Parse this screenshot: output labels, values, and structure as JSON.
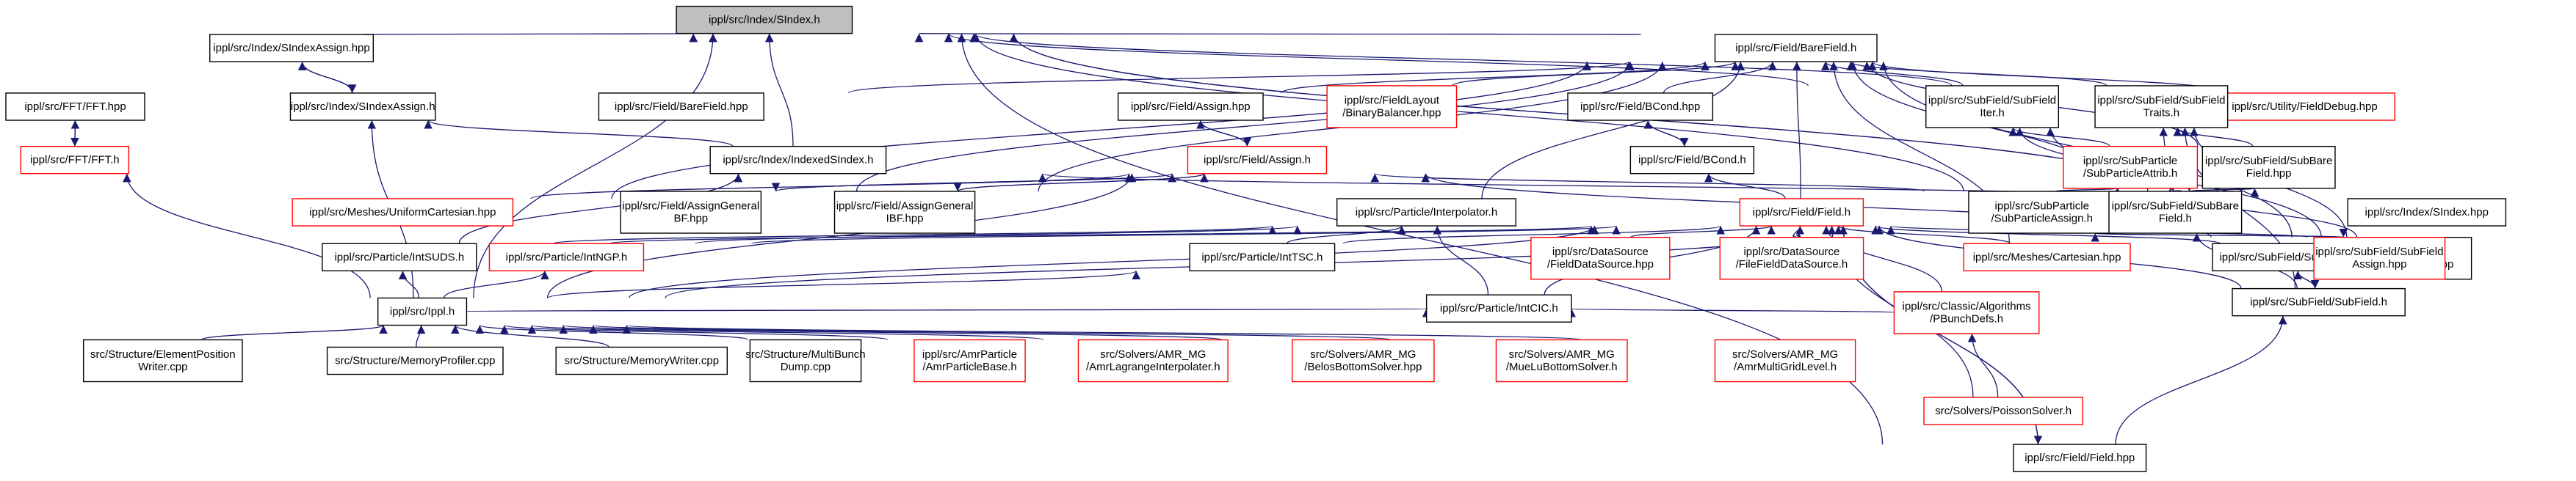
{
  "diagram": {
    "title": "",
    "edge_color": "#191970",
    "root_fill": "#bfbfbf",
    "nodes": [
      {
        "id": "n0",
        "lines": [
          "ippl/src/Index/SIndex.h"
        ],
        "color": "black",
        "root": true
      },
      {
        "id": "n1",
        "lines": [
          "ippl/src/Index/SIndexAssign.hpp"
        ],
        "color": "black"
      },
      {
        "id": "n2",
        "lines": [
          "ippl/src/Field/BareField.h"
        ],
        "color": "black"
      },
      {
        "id": "n3",
        "lines": [
          "ippl/src/FFT/FFT.hpp"
        ],
        "color": "black"
      },
      {
        "id": "n4",
        "lines": [
          "ippl/src/Index/SIndexAssign.h"
        ],
        "color": "black"
      },
      {
        "id": "n5",
        "lines": [
          "ippl/src/Field/BareField.hpp"
        ],
        "color": "black"
      },
      {
        "id": "n6",
        "lines": [
          "ippl/src/Field/Assign.hpp"
        ],
        "color": "black"
      },
      {
        "id": "n7",
        "lines": [
          "ippl/src/FieldLayout",
          "/BinaryBalancer.hpp"
        ],
        "color": "red"
      },
      {
        "id": "n8",
        "lines": [
          "ippl/src/Field/BCond.hpp"
        ],
        "color": "black"
      },
      {
        "id": "n9",
        "lines": [
          "ippl/src/Utility/FieldDebug.hpp"
        ],
        "color": "red"
      },
      {
        "id": "n10",
        "lines": [
          "ippl/src/SubField/SubField",
          "Iter.h"
        ],
        "color": "black"
      },
      {
        "id": "n11",
        "lines": [
          "ippl/src/SubField/SubField",
          "Traits.h"
        ],
        "color": "black"
      },
      {
        "id": "n12",
        "lines": [
          "ippl/src/FFT/FFT.h"
        ],
        "color": "red"
      },
      {
        "id": "n13",
        "lines": [
          "ippl/src/Index/IndexedSIndex.h"
        ],
        "color": "black"
      },
      {
        "id": "n14",
        "lines": [
          "ippl/src/SubParticle",
          "/SubParticleAttrib.h"
        ],
        "color": "red"
      },
      {
        "id": "n15",
        "lines": [
          "ippl/src/SubField/SubBare",
          "Field.hpp"
        ],
        "color": "black"
      },
      {
        "id": "n16",
        "lines": [
          "ippl/src/Field/Assign.h"
        ],
        "color": "red"
      },
      {
        "id": "n17",
        "lines": [
          "ippl/src/Field/BCond.h"
        ],
        "color": "black"
      },
      {
        "id": "n18",
        "lines": [
          "ippl/src/Meshes/UniformCartesian.hpp"
        ],
        "color": "red"
      },
      {
        "id": "n19",
        "lines": [
          "ippl/src/Field/AssignGeneral",
          "BF.hpp"
        ],
        "color": "black"
      },
      {
        "id": "n20",
        "lines": [
          "ippl/src/Field/AssignGeneral",
          "IBF.hpp"
        ],
        "color": "black"
      },
      {
        "id": "n21",
        "lines": [
          "ippl/src/Particle/Interpolator.h"
        ],
        "color": "black"
      },
      {
        "id": "n22",
        "lines": [
          "ippl/src/Field/Field.h"
        ],
        "color": "red"
      },
      {
        "id": "n23",
        "lines": [
          "ippl/src/SubParticle",
          "/SubParticleAssign.h"
        ],
        "color": "black"
      },
      {
        "id": "n24",
        "lines": [
          "ippl/src/SubField/SubBare",
          "Field.h"
        ],
        "color": "black"
      },
      {
        "id": "n25",
        "lines": [
          "ippl/src/Index/SIndex.hpp"
        ],
        "color": "black"
      },
      {
        "id": "n26",
        "lines": [
          "ippl/src/Particle/IntSUDS.h"
        ],
        "color": "black"
      },
      {
        "id": "n27",
        "lines": [
          "ippl/src/Particle/IntNGP.h"
        ],
        "color": "red"
      },
      {
        "id": "n28",
        "lines": [
          "ippl/src/Particle/IntTSC.h"
        ],
        "color": "black"
      },
      {
        "id": "n29",
        "lines": [
          "ippl/src/DataSource",
          "/FieldDataSource.hpp"
        ],
        "color": "red"
      },
      {
        "id": "n30",
        "lines": [
          "ippl/src/DataSource",
          "/FileFieldDataSource.h"
        ],
        "color": "red"
      },
      {
        "id": "n31",
        "lines": [
          "ippl/src/Meshes/Cartesian.hpp"
        ],
        "color": "red"
      },
      {
        "id": "n32",
        "lines": [
          "ippl/src/SubField/SubField.hpp"
        ],
        "color": "black"
      },
      {
        "id": "n33",
        "lines": [
          "ippl/src/SubParticle",
          "/SubParticleAssign.hpp"
        ],
        "color": "black"
      },
      {
        "id": "n34",
        "lines": [
          "ippl/src/SubField/SubField",
          "Assign.hpp"
        ],
        "color": "red"
      },
      {
        "id": "n35",
        "lines": [
          "ippl/src/Particle/IntCIC.h"
        ],
        "color": "black"
      },
      {
        "id": "n36",
        "lines": [
          "ippl/src/Classic/Algorithms",
          "/PBunchDefs.h"
        ],
        "color": "red"
      },
      {
        "id": "n37",
        "lines": [
          "ippl/src/SubField/SubField.h"
        ],
        "color": "black"
      },
      {
        "id": "n38",
        "lines": [
          "ippl/src/Ippl.h"
        ],
        "color": "black"
      },
      {
        "id": "n39",
        "lines": [
          "src/Structure/ElementPosition",
          "Writer.cpp"
        ],
        "color": "black"
      },
      {
        "id": "n40",
        "lines": [
          "src/Structure/MemoryProfiler.cpp"
        ],
        "color": "black"
      },
      {
        "id": "n41",
        "lines": [
          "src/Structure/MemoryWriter.cpp"
        ],
        "color": "black"
      },
      {
        "id": "n42",
        "lines": [
          "src/Structure/MultiBunch",
          "Dump.cpp"
        ],
        "color": "black"
      },
      {
        "id": "n43",
        "lines": [
          "ippl/src/AmrParticle",
          "/AmrParticleBase.h"
        ],
        "color": "red"
      },
      {
        "id": "n44",
        "lines": [
          "src/Solvers/AMR_MG",
          "/AmrLagrangeInterpolater.h"
        ],
        "color": "red"
      },
      {
        "id": "n45",
        "lines": [
          "src/Solvers/AMR_MG",
          "/BelosBottomSolver.hpp"
        ],
        "color": "red"
      },
      {
        "id": "n46",
        "lines": [
          "src/Solvers/AMR_MG",
          "/MueLuBottomSolver.h"
        ],
        "color": "red"
      },
      {
        "id": "n47",
        "lines": [
          "src/Solvers/AMR_MG",
          "/AmrMultiGridLevel.h"
        ],
        "color": "red"
      },
      {
        "id": "n48",
        "lines": [
          "src/Solvers/PoissonSolver.h"
        ],
        "color": "red"
      },
      {
        "id": "n49",
        "lines": [
          "ippl/src/Field/Field.hpp"
        ],
        "color": "black"
      }
    ],
    "edges": [
      [
        "n0",
        "n1"
      ],
      [
        "n1",
        "n4"
      ],
      [
        "n4",
        "n1"
      ],
      [
        "n0",
        "n2"
      ],
      [
        "n0",
        "n38"
      ],
      [
        "n0",
        "n10"
      ],
      [
        "n0",
        "n11"
      ],
      [
        "n0",
        "n13"
      ],
      [
        "n0",
        "n25"
      ],
      [
        "n25",
        "n0"
      ],
      [
        "n0",
        "n49"
      ],
      [
        "n0",
        "n24"
      ],
      [
        "n2",
        "n5"
      ],
      [
        "n2",
        "n6"
      ],
      [
        "n2",
        "n7"
      ],
      [
        "n2",
        "n8"
      ],
      [
        "n2",
        "n9"
      ],
      [
        "n2",
        "n10"
      ],
      [
        "n2",
        "n11"
      ],
      [
        "n2",
        "n18"
      ],
      [
        "n2",
        "n19"
      ],
      [
        "n2",
        "n20"
      ],
      [
        "n2",
        "n21"
      ],
      [
        "n2",
        "n22"
      ],
      [
        "n2",
        "n31"
      ],
      [
        "n2",
        "n15"
      ],
      [
        "n2",
        "n24"
      ],
      [
        "n2",
        "n34"
      ],
      [
        "n3",
        "n12"
      ],
      [
        "n12",
        "n3"
      ],
      [
        "n12",
        "n38"
      ],
      [
        "n4",
        "n13"
      ],
      [
        "n4",
        "n38"
      ],
      [
        "n6",
        "n16"
      ],
      [
        "n16",
        "n6"
      ],
      [
        "n8",
        "n17"
      ],
      [
        "n17",
        "n8"
      ],
      [
        "n17",
        "n22"
      ],
      [
        "n10",
        "n14"
      ],
      [
        "n10",
        "n24"
      ],
      [
        "n10",
        "n34"
      ],
      [
        "n11",
        "n15"
      ],
      [
        "n11",
        "n24"
      ],
      [
        "n11",
        "n34"
      ],
      [
        "n11",
        "n37"
      ],
      [
        "n13",
        "n25"
      ],
      [
        "n13",
        "n26"
      ],
      [
        "n14",
        "n23"
      ],
      [
        "n14",
        "n33"
      ],
      [
        "n15",
        "n24"
      ],
      [
        "n24",
        "n15"
      ],
      [
        "n24",
        "n37"
      ],
      [
        "n16",
        "n18"
      ],
      [
        "n16",
        "n19"
      ],
      [
        "n19",
        "n16"
      ],
      [
        "n16",
        "n20"
      ],
      [
        "n20",
        "n16"
      ],
      [
        "n16",
        "n23"
      ],
      [
        "n16",
        "n34"
      ],
      [
        "n16",
        "n38"
      ],
      [
        "n21",
        "n26"
      ],
      [
        "n21",
        "n27"
      ],
      [
        "n21",
        "n28"
      ],
      [
        "n21",
        "n35"
      ],
      [
        "n22",
        "n26"
      ],
      [
        "n22",
        "n27"
      ],
      [
        "n22",
        "n28"
      ],
      [
        "n22",
        "n29"
      ],
      [
        "n22",
        "n30"
      ],
      [
        "n22",
        "n31"
      ],
      [
        "n22",
        "n32"
      ],
      [
        "n22",
        "n33"
      ],
      [
        "n22",
        "n35"
      ],
      [
        "n22",
        "n36"
      ],
      [
        "n22",
        "n37"
      ],
      [
        "n22",
        "n38"
      ],
      [
        "n22",
        "n48"
      ],
      [
        "n22",
        "n49"
      ],
      [
        "n49",
        "n22"
      ],
      [
        "n23",
        "n33"
      ],
      [
        "n33",
        "n23"
      ],
      [
        "n23",
        "n38"
      ],
      [
        "n26",
        "n38"
      ],
      [
        "n27",
        "n38"
      ],
      [
        "n28",
        "n38"
      ],
      [
        "n35",
        "n38"
      ],
      [
        "n35",
        "n36"
      ],
      [
        "n36",
        "n48"
      ],
      [
        "n32",
        "n37"
      ],
      [
        "n37",
        "n32"
      ],
      [
        "n37",
        "n49"
      ],
      [
        "n38",
        "n39"
      ],
      [
        "n38",
        "n40"
      ],
      [
        "n38",
        "n41"
      ],
      [
        "n38",
        "n42"
      ],
      [
        "n38",
        "n43"
      ],
      [
        "n38",
        "n44"
      ],
      [
        "n38",
        "n45"
      ],
      [
        "n38",
        "n46"
      ],
      [
        "n38",
        "n47"
      ]
    ]
  }
}
